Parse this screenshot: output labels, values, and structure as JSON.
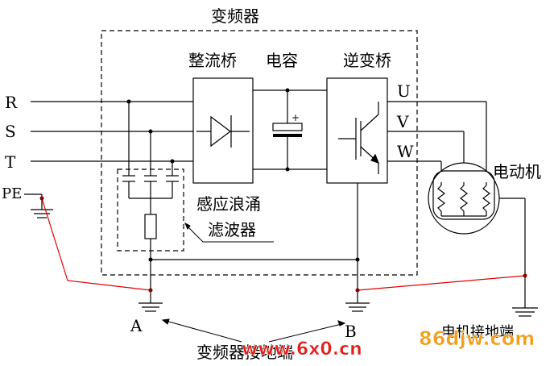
{
  "title": "变频器",
  "blocks": {
    "rectifier": "整流桥",
    "capacitor": "电容",
    "inverter": "逆变桥"
  },
  "phases_in": [
    "R",
    "S",
    "T",
    "PE"
  ],
  "phases_out": [
    "U",
    "V",
    "W"
  ],
  "motor_label": "电动机",
  "filter_label_line1": "感应浪涌",
  "filter_label_line2": "滤波器",
  "ground_a": "A",
  "ground_b": "B",
  "ground_caption": "变频器接地端",
  "motor_ground_caption": "电机接地端",
  "cap_plus": "+",
  "watermark_left": "www.6x0.cn",
  "watermark_right": "86djw.com",
  "colors": {
    "wire": "#000000",
    "ground_wire": "#e00000",
    "junction": "#8b0000",
    "watermark_red": "#e0201a",
    "watermark_orange": "#f0a020"
  }
}
